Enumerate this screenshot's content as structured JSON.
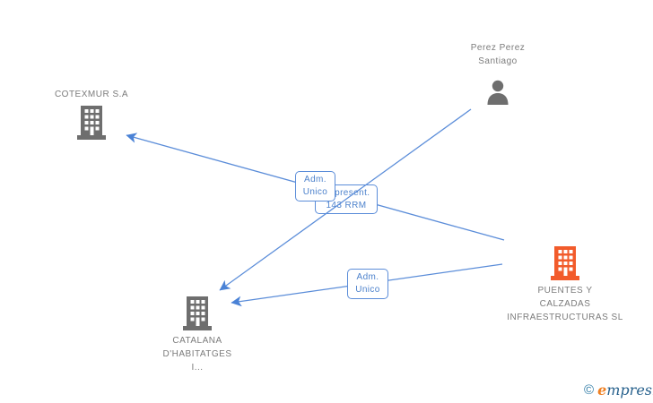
{
  "graph": {
    "type": "company-relations-network",
    "nodes": [
      {
        "id": "cotexmur",
        "type": "company",
        "icon": "building-icon",
        "icon_color": "#6E6E6E",
        "label": "COTEXMUR S.A"
      },
      {
        "id": "perez",
        "type": "person",
        "icon": "person-icon",
        "icon_color": "#6E6E6E",
        "label": "Perez Perez Santiago",
        "label_line1": "Perez Perez",
        "label_line2": "Santiago"
      },
      {
        "id": "puentes",
        "type": "company",
        "icon": "building-icon",
        "icon_color": "#F25B2B",
        "label": "PUENTES Y CALZADAS INFRAESTRUCTURAS SL",
        "label_line1": "PUENTES Y",
        "label_line2": "CALZADAS",
        "label_line3": "INFRAESTRUCTURAS SL"
      },
      {
        "id": "catalana",
        "type": "company",
        "icon": "building-icon",
        "icon_color": "#6E6E6E",
        "label": "CATALANA D'HABITATGES I...",
        "label_line1": "CATALANA",
        "label_line2": "D'HABITATGES",
        "label_line3": "I..."
      }
    ],
    "edges": [
      {
        "from": "puentes",
        "to": "cotexmur",
        "label": "Adm. Unico",
        "label_line1": "Adm.",
        "label_line2": "Unico"
      },
      {
        "from": "perez",
        "to": "catalana",
        "label": "Represent. 143 RRM",
        "label_line1": "Represent.",
        "label_line2": "143 RRM"
      },
      {
        "from": "puentes",
        "to": "catalana",
        "label": "Adm. Unico",
        "label_line1": "Adm.",
        "label_line2": "Unico"
      }
    ]
  },
  "branding": {
    "copyright_symbol": "©",
    "logo_e": "e",
    "logo_rest": "mpresia"
  },
  "colors": {
    "edge_blue": "#5B8DD9",
    "arrow_blue": "#4A82D6",
    "edge_label_text_blue": "#4D82CC",
    "node_label_gray": "#7B7B7B",
    "icon_gray": "#6E6E6E",
    "icon_orange": "#F25B2B",
    "logo_orange": "#EF8023",
    "logo_blue": "#27618D",
    "copyright_teal": "#2E7BA6",
    "background": "#FFFFFF"
  }
}
